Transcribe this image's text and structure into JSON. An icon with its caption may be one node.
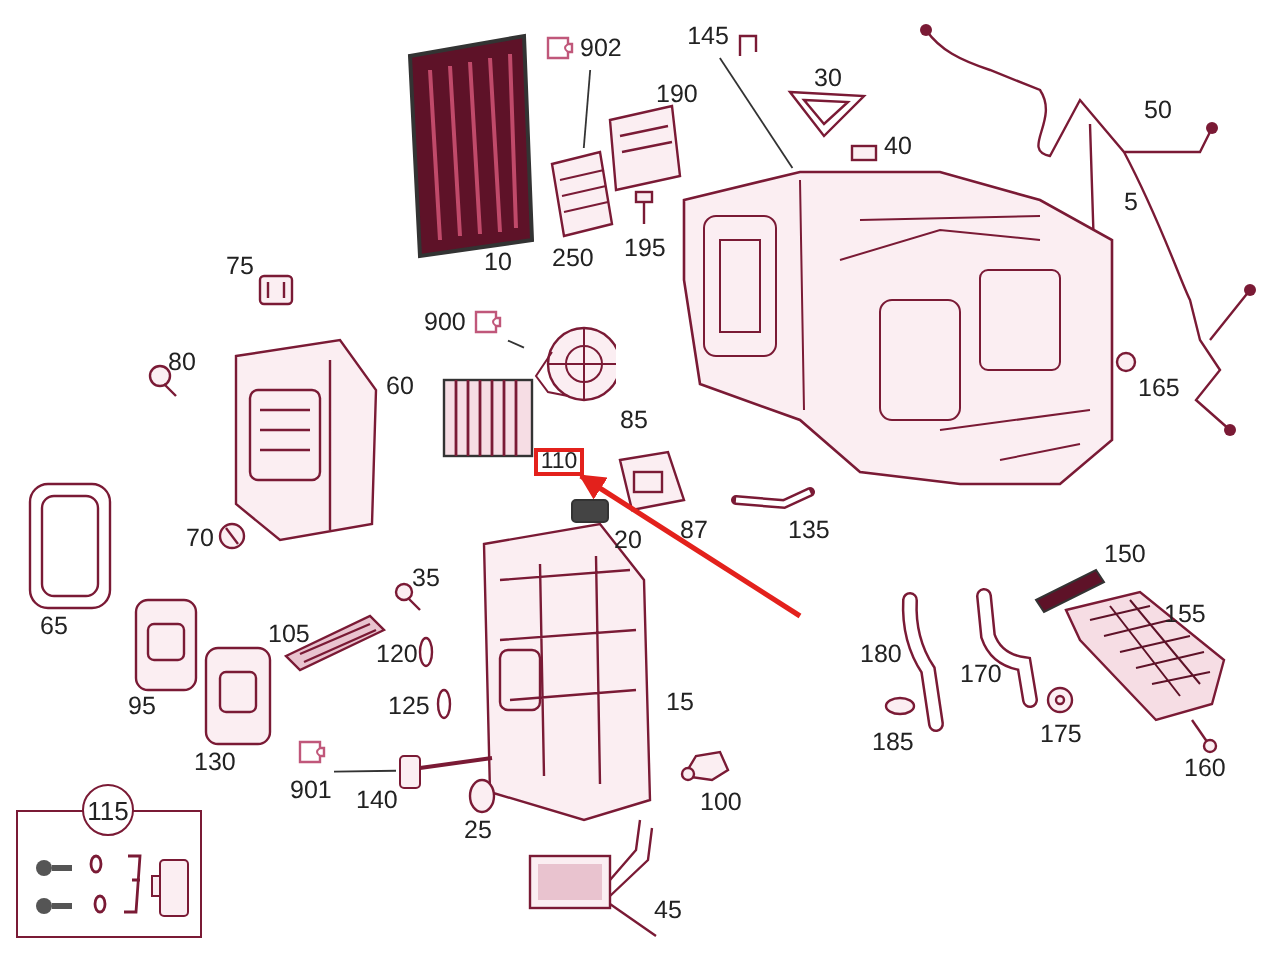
{
  "diagram": {
    "nodes": [
      {
        "text": [
          "902"
        ]
      },
      {
        "text": [],
        "shape": "picture"
      },
      {
        "text": [
          "900"
        ]
      },
      {
        "text": [],
        "shape": "picture"
      },
      {
        "text": [
          "901"
        ]
      },
      {
        "text": [],
        "shape": "picture"
      },
      {
        "text": [
          "145"
        ]
      },
      {
        "text": [],
        "shape": "picture"
      },
      {
        "text": [
          "110"
        ]
      },
      {
        "text": [
          "115"
        ]
      }
    ],
    "edges": [
      {
        "from": 0,
        "to": 1,
        "arrow": "none"
      },
      {
        "from": 2,
        "to": 3,
        "arrow": "none"
      },
      {
        "from": 4,
        "to": 5,
        "arrow": "none"
      },
      {
        "from": 6,
        "to": 7,
        "arrow": "none"
      },
      {
        "from": null,
        "to": 8,
        "arrow": "to",
        "style": "thick",
        "color": "#e3211c"
      }
    ],
    "labels": [
      "30",
      "190",
      "50",
      "40",
      "5",
      "250",
      "195",
      "10",
      "75",
      "165",
      "80",
      "60",
      "85",
      "135",
      "87",
      "20",
      "70",
      "150",
      "35",
      "65",
      "155",
      "105",
      "180",
      "120",
      "170",
      "95",
      "125",
      "15",
      "130",
      "185",
      "175",
      "160",
      "140",
      "100",
      "25",
      "45"
    ]
  }
}
